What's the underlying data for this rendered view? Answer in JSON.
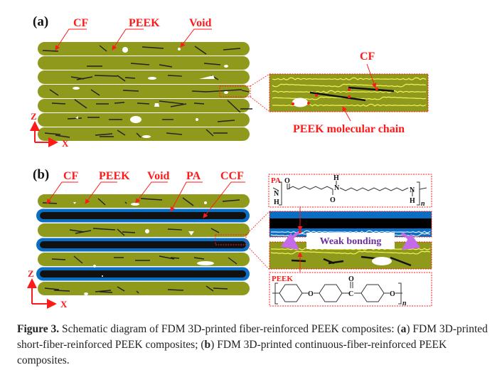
{
  "colors": {
    "peek": "#8f9a1c",
    "pa": "#0a6fc2",
    "ccf": "#111111",
    "annotation": "#ff1a1a",
    "chain": "#f3f35a",
    "weak_bonding_text": "#6b2fa0",
    "weak_bonding_arrow": "#c56ae8"
  },
  "panel_a": {
    "panel_label": "(a)",
    "labels": {
      "cf": "CF",
      "peek": "PEEK",
      "void": "Void"
    },
    "layers": [
      "peek",
      "peek",
      "peek",
      "peek",
      "peek",
      "peek",
      "peek"
    ],
    "axes": {
      "z": "Z",
      "x": "X"
    },
    "inset": {
      "cf_label": "CF",
      "chain_label": "PEEK molecular chain"
    }
  },
  "panel_b": {
    "panel_label": "(b)",
    "labels": {
      "cf": "CF",
      "peek": "PEEK",
      "void": "Void",
      "pa": "PA",
      "ccf": "CCF"
    },
    "layers": [
      "peek",
      "pa-ccf",
      "peek",
      "pa-ccf",
      "peek",
      "pa-ccf",
      "peek"
    ],
    "axes": {
      "z": "Z",
      "x": "X"
    },
    "inset": {
      "pa_structure_label": "PA",
      "peek_structure_label": "PEEK",
      "weak_bonding": "Weak bonding",
      "atoms": {
        "N": "N",
        "H": "H",
        "O": "O",
        "C": "C",
        "n": "n"
      }
    }
  },
  "caption": {
    "label": "Figure 3.",
    "text_1": " Schematic diagram of FDM 3D-printed fiber-reinforced PEEK composites: (",
    "a": "a",
    "text_2": ") FDM 3D-printed short-fiber-reinforced PEEK composites; (",
    "b": "b",
    "text_3": ") FDM 3D-printed continuous-fiber-reinforced PEEK composites."
  }
}
